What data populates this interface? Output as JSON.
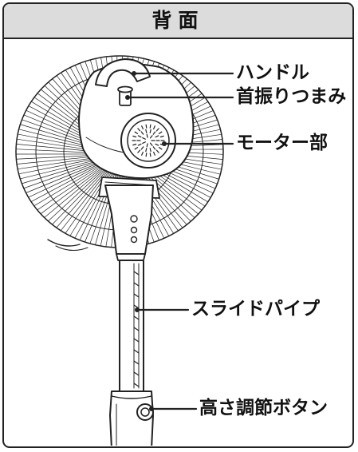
{
  "header": {
    "title": "背面"
  },
  "callouts": {
    "handle": "ハンドル",
    "swing_knob": "首振りつまみ",
    "motor": "モーター部",
    "slide_pipe": "スライドパイプ",
    "height_button": "高さ調節ボタン"
  },
  "colors": {
    "line": "#222222",
    "header_bg": "#dcdcdc",
    "background": "#ffffff"
  }
}
